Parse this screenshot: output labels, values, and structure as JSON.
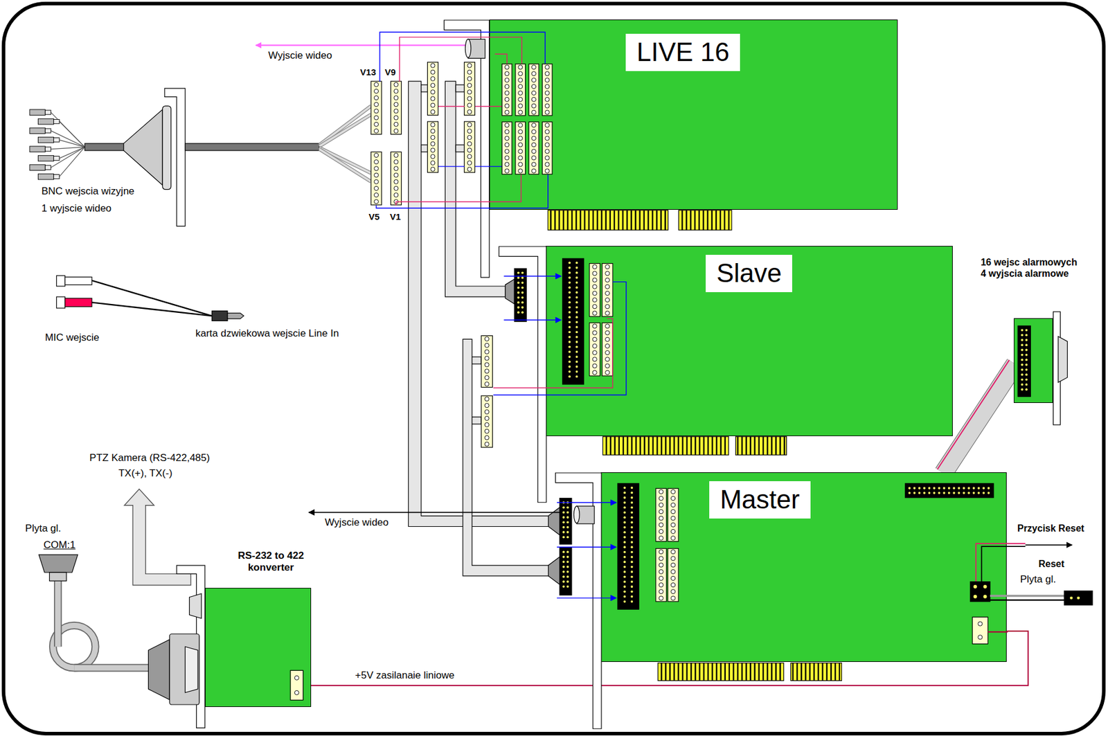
{
  "diagram": {
    "nodes": [
      {
        "text": [
          "LIVE 16"
        ]
      },
      {
        "text": [
          "Slave"
        ]
      },
      {
        "text": [
          "Master"
        ]
      },
      {
        "text": [
          "16 wejsc alarmowych 4 wyjscia alarmowe"
        ]
      },
      {
        "text": [
          "RS-232 to 422 konverter"
        ]
      }
    ],
    "edges": [
      {
        "from": 2,
        "to": 3,
        "arrow": "none"
      },
      {
        "from": 2,
        "to": 4,
        "label": "+5V zasilanaie liniowe",
        "arrow": "none"
      }
    ],
    "labels": [
      "Wyjscie wideo",
      "V13",
      "V9",
      "V5",
      "V1",
      "BNC wejscia wizyjne",
      "1 wyjscie wideo",
      "MIC wejscie",
      "karta dzwiekowa wejscie Line In",
      "PTZ Kamera (RS-422,485)",
      "TX(+), TX(-)",
      "Plyta gl.",
      "COM:1",
      "Wyjscie wideo",
      "Przycisk Reset",
      "Reset",
      "Plyta gl."
    ]
  }
}
